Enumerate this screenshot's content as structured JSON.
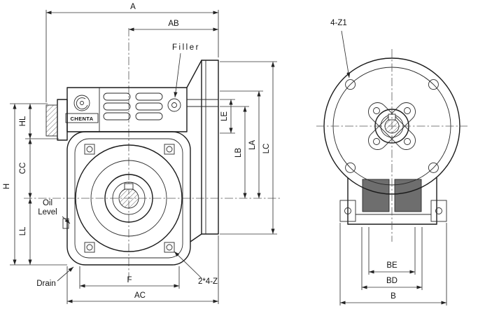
{
  "drawing": {
    "brand": "CHENTA",
    "side_view": {
      "dim_a": "A",
      "dim_ab": "AB",
      "dim_h": "H",
      "dim_hl": "HL",
      "dim_cc": "CC",
      "dim_ll": "LL",
      "dim_f": "F",
      "dim_ac": "AC",
      "dim_le": "LE",
      "dim_lb": "LB",
      "dim_la": "LA",
      "dim_lc": "LC",
      "callout_filler": "Filler",
      "callout_oil_line1": "Oil",
      "callout_oil_line2": "Level",
      "callout_drain": "Drain",
      "callout_holes": "2*4-Z"
    },
    "front_view": {
      "callout_holes": "4-Z1",
      "dim_be": "BE",
      "dim_bd": "BD",
      "dim_b": "B"
    }
  }
}
